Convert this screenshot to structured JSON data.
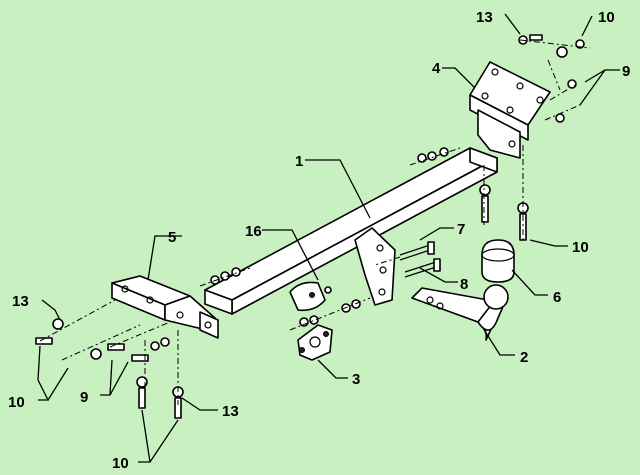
{
  "background_color": "#c8f0c0",
  "callouts": {
    "c1": "1",
    "c2": "2",
    "c3": "3",
    "c4": "4",
    "c5": "5",
    "c6": "6",
    "c7": "7",
    "c8": "8",
    "c9_left": "9",
    "c9_right": "9",
    "c10_top": "10",
    "c10_right": "10",
    "c10_left": "10",
    "c10_bottom": "10",
    "c13_top": "13",
    "c13_left": "13",
    "c13_bottom": "13",
    "c16": "16"
  }
}
